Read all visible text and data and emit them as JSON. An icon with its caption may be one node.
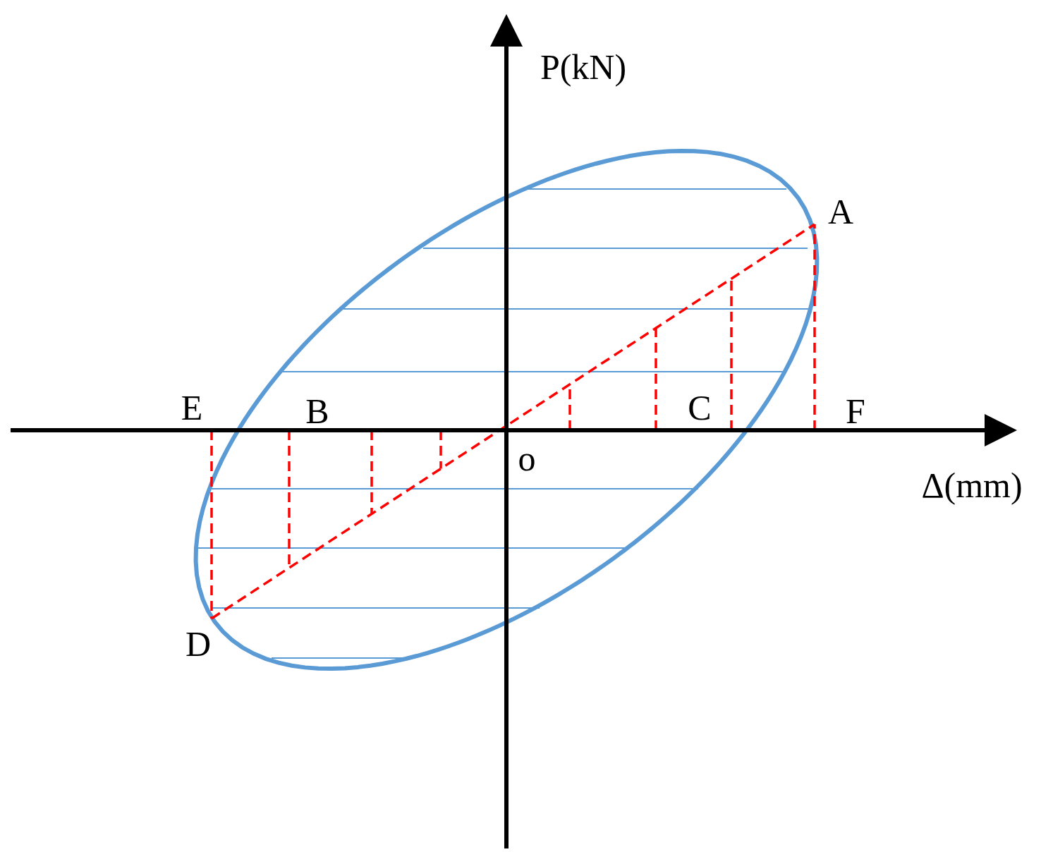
{
  "diagram": {
    "labels": [
      "P(kN)",
      "A",
      "E",
      "B",
      "C",
      "F",
      "o",
      "Δ(mm)",
      "D"
    ]
  }
}
